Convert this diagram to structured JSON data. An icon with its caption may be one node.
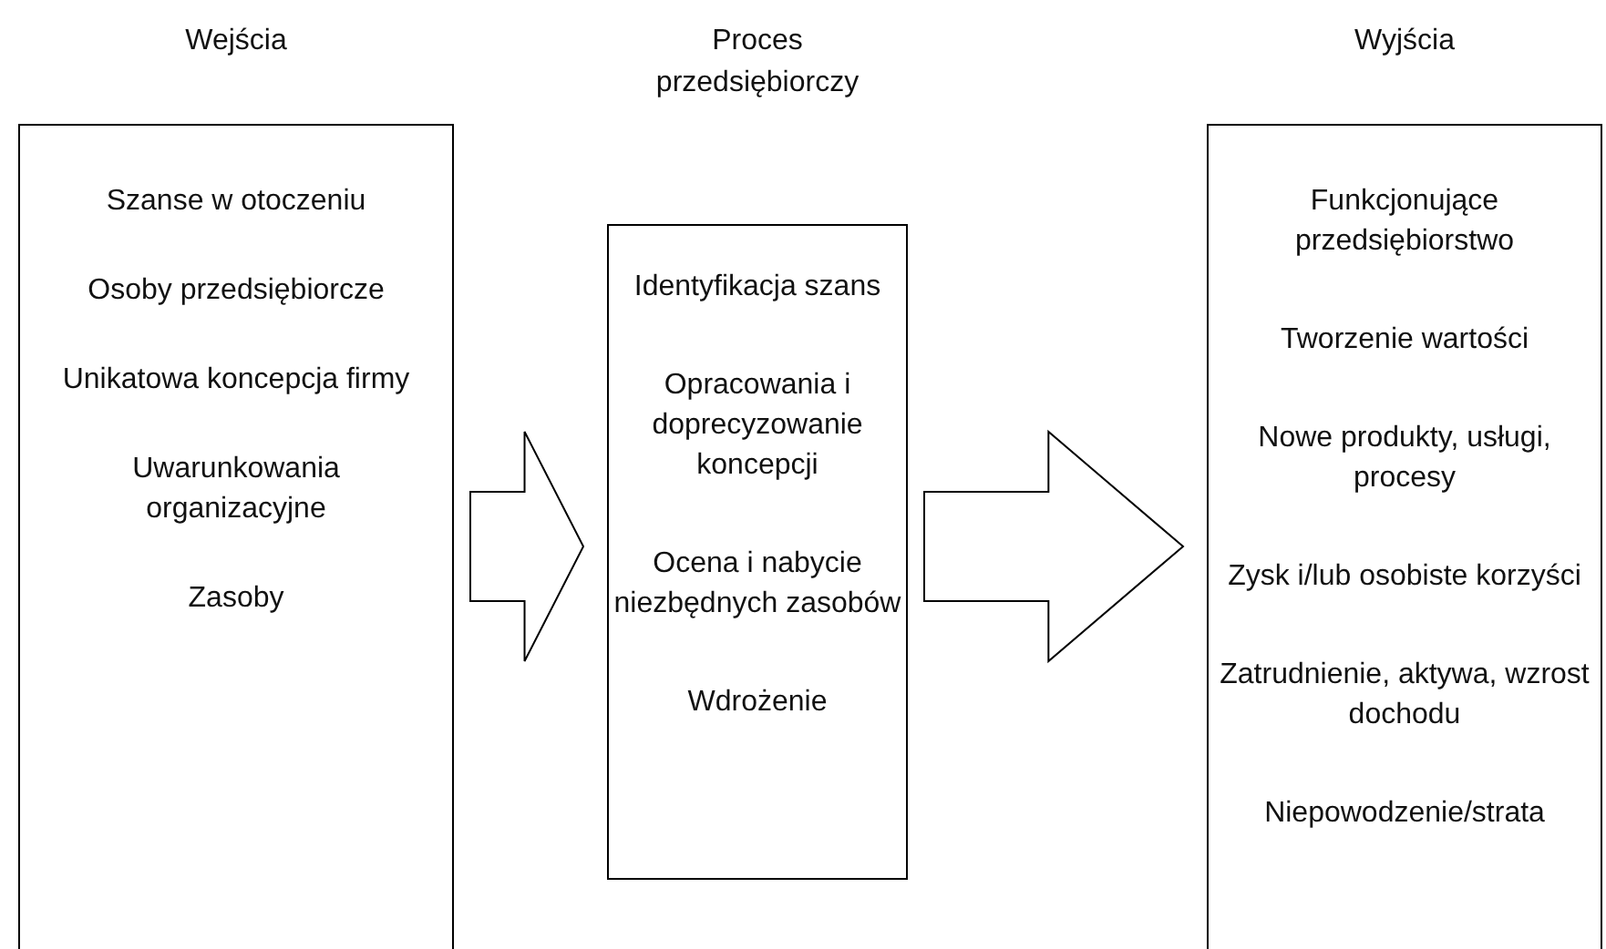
{
  "diagram": {
    "nodes": [
      {
        "text": [
          "Wejścia",
          "Szanse w otoczeniu",
          "Osoby przedsiębiorcze",
          "Unikatowa koncepcja firmy",
          "Uwarunkowania organizacyjne",
          "Zasoby"
        ]
      },
      {
        "text": [
          "Proces przedsiębiorczy",
          "Identyfikacja szans",
          "Opracowania i doprecyzowanie koncepcji",
          "Ocena i nabycie niezbędnych zasobów",
          "Wdrożenie"
        ]
      },
      {
        "text": [
          "Wyjścia",
          "Funkcjonujące przedsiębiorstwo",
          "Tworzenie wartości",
          "Nowe produkty, usługi, procesy",
          "Zysk i/lub osobiste korzyści",
          "Zatrudnienie, aktywa, wzrost dochodu",
          "Niepowodzenie/strata"
        ]
      }
    ],
    "edges": [
      {
        "from": 0,
        "to": 1,
        "arrow": "to"
      },
      {
        "from": 1,
        "to": 2,
        "arrow": "to"
      }
    ]
  }
}
